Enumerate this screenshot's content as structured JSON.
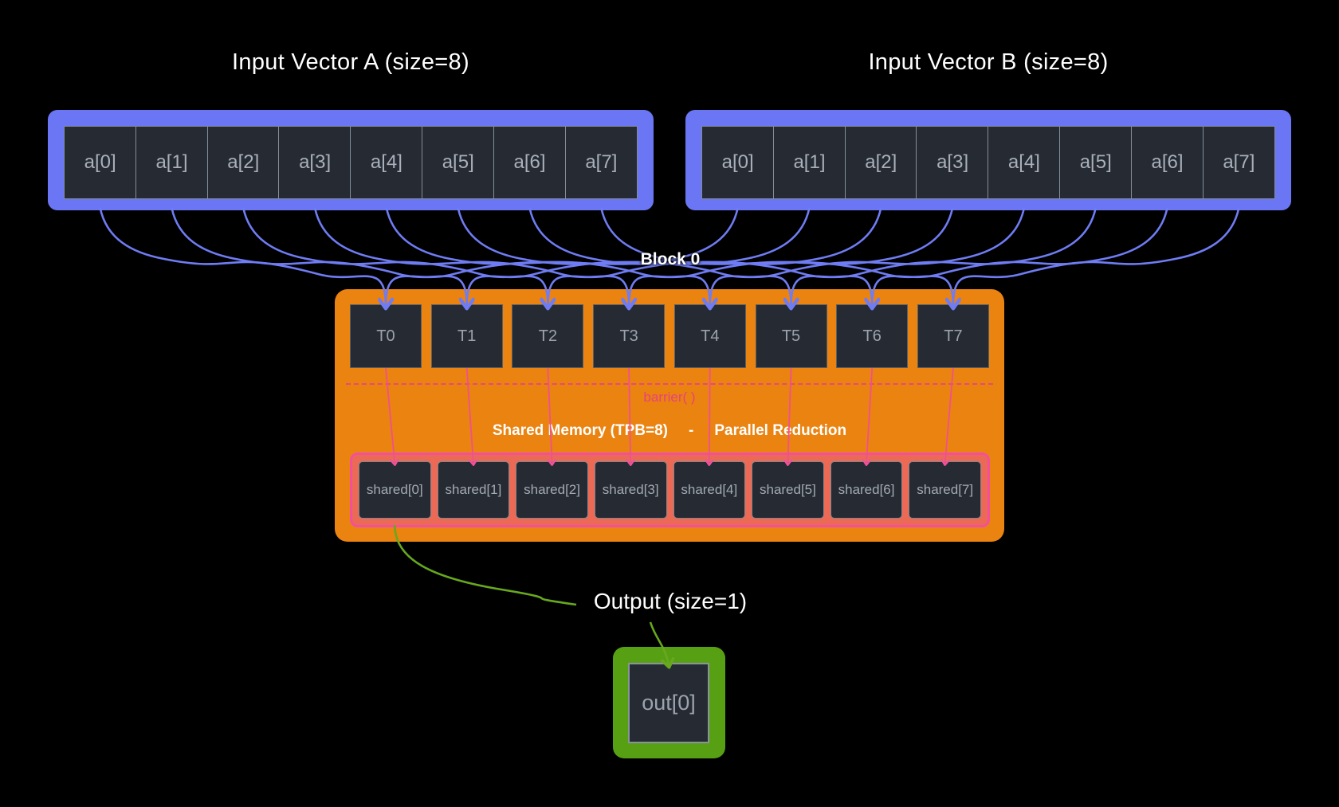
{
  "titles": {
    "vector_a": "Input Vector A (size=8)",
    "vector_b": "Input Vector B (size=8)",
    "block": "Block 0",
    "output": "Output (size=1)"
  },
  "vector_a": {
    "cells": [
      "a[0]",
      "a[1]",
      "a[2]",
      "a[3]",
      "a[4]",
      "a[5]",
      "a[6]",
      "a[7]"
    ]
  },
  "vector_b": {
    "cells": [
      "a[0]",
      "a[1]",
      "a[2]",
      "a[3]",
      "a[4]",
      "a[5]",
      "a[6]",
      "a[7]"
    ]
  },
  "block": {
    "threads": [
      "T0",
      "T1",
      "T2",
      "T3",
      "T4",
      "T5",
      "T6",
      "T7"
    ],
    "barrier_label": "barrier( )",
    "shared_label": {
      "left": "Shared Memory (TPB=8)",
      "sep": "-",
      "right": "Parallel Reduction"
    },
    "shared_cells": [
      "shared[0]",
      "shared[1]",
      "shared[2]",
      "shared[3]",
      "shared[4]",
      "shared[5]",
      "shared[6]",
      "shared[7]"
    ]
  },
  "output": {
    "cell": "out[0]"
  },
  "colors": {
    "background": "#000000",
    "vector_border_blue": "#6B76F4",
    "arrow_blue": "#6F7CF3",
    "cell_dark": "#262B33",
    "cell_text_gray": "#A9B0BA",
    "block_orange": "#EA8310",
    "barrier_pink": "#E8457E",
    "shared_fill_salmon": "#EC6A55",
    "shared_border_pink": "#F2509C",
    "output_green": "#58A013",
    "arrow_green": "#67A81E",
    "text_white": "#FFFFFF"
  }
}
